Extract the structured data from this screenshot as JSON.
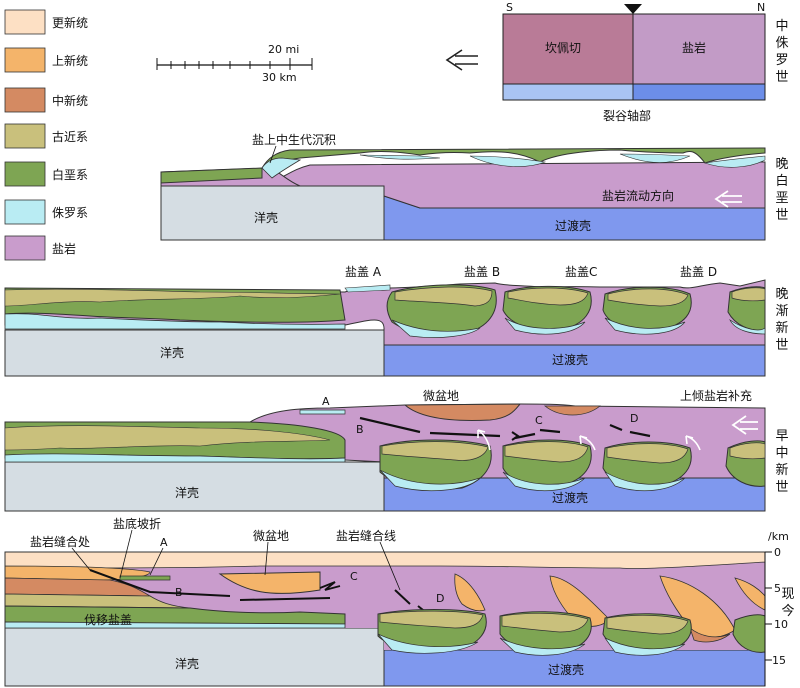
{
  "legend": [
    {
      "label": "更新统",
      "color": "#fde0c4"
    },
    {
      "label": "上新统",
      "color": "#f4b46a"
    },
    {
      "label": "中新统",
      "color": "#d48a62"
    },
    {
      "label": "古近系",
      "color": "#c9c07c"
    },
    {
      "label": "白垩系",
      "color": "#7ea553"
    },
    {
      "label": "侏罗系",
      "color": "#b9ecf3"
    },
    {
      "label": "盐岩",
      "color": "#c99ccc"
    }
  ],
  "scale": {
    "mi": "20 mi",
    "km": "30 km"
  },
  "colors": {
    "ocean_crust": "#d5dde3",
    "transitional_crust": "#7f98ee",
    "salt": "#c99ccc",
    "kanpei": "#b97b97",
    "salt_top": "#c29bc6",
    "rift_left": "#a9c4f3",
    "rift_right": "#6c8ee9"
  },
  "inset": {
    "s": "S",
    "n": "N",
    "left_block": "坎佩切",
    "right_block": "盐岩",
    "caption": "裂谷轴部",
    "age": "中侏罗世"
  },
  "panel1": {
    "annotation": "盐上中生代沉积",
    "flow": "盐岩流动方向",
    "ocean": "洋壳",
    "transitional": "过渡壳",
    "age": "晚白垩世"
  },
  "panel2": {
    "canopies": [
      "盐盖 A",
      "盐盖 B",
      "盐盖C",
      "盐盖 D"
    ],
    "ocean": "洋壳",
    "transitional": "过渡壳",
    "age": "晚渐新世"
  },
  "panel3": {
    "a": "A",
    "b": "B",
    "c": "C",
    "d": "D",
    "minibasin": "微盆地",
    "recharge": "上倾盐岩补充",
    "ocean": "洋壳",
    "transitional": "过渡壳",
    "age": "早中新世"
  },
  "panel4": {
    "weld": "盐岩缝合处",
    "base_salt_break": "盐底坡折",
    "a": "A",
    "b": "B",
    "c": "C",
    "d": "D",
    "minibasin": "微盆地",
    "weld_line": "盐岩缝合线",
    "allochthonous": "伐移盐盖",
    "ocean": "洋壳",
    "transitional": "过渡壳",
    "depth_unit": "/km",
    "depth_ticks": [
      "0",
      "5",
      "10",
      "15"
    ],
    "age": "现今"
  }
}
